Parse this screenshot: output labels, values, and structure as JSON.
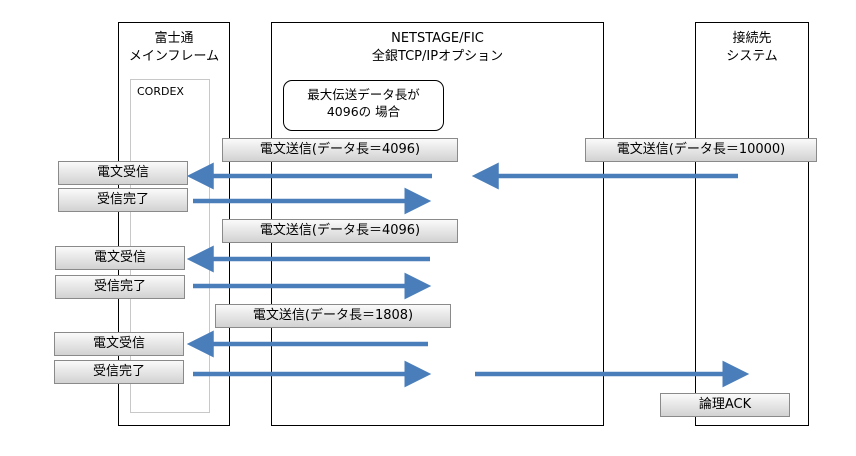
{
  "systems": {
    "fujitsu": {
      "line1": "富士通",
      "line2": "メインフレーム",
      "inner_label": "CORDEX"
    },
    "netstage": {
      "line1": "NETSTAGE/FIC",
      "line2": "全銀TCP/IPオプション"
    },
    "connect": {
      "line1": "接続先",
      "line2": "システム"
    }
  },
  "callout": {
    "line1": "最大伝送データ長が",
    "line2": "4096の 場合"
  },
  "messages": {
    "send_remote": "電文送信(データ長＝10000)",
    "send_1": "電文送信(データ長＝4096)",
    "send_2": "電文送信(データ長＝4096)",
    "send_3": "電文送信(データ長＝1808)",
    "recv_1": "電文受信",
    "recv_2": "電文受信",
    "recv_3": "電文受信",
    "done_1": "受信完了",
    "done_2": "受信完了",
    "done_3": "受信完了",
    "ack": "論理ACK"
  },
  "colors": {
    "arrow": "#4a7ebb"
  }
}
